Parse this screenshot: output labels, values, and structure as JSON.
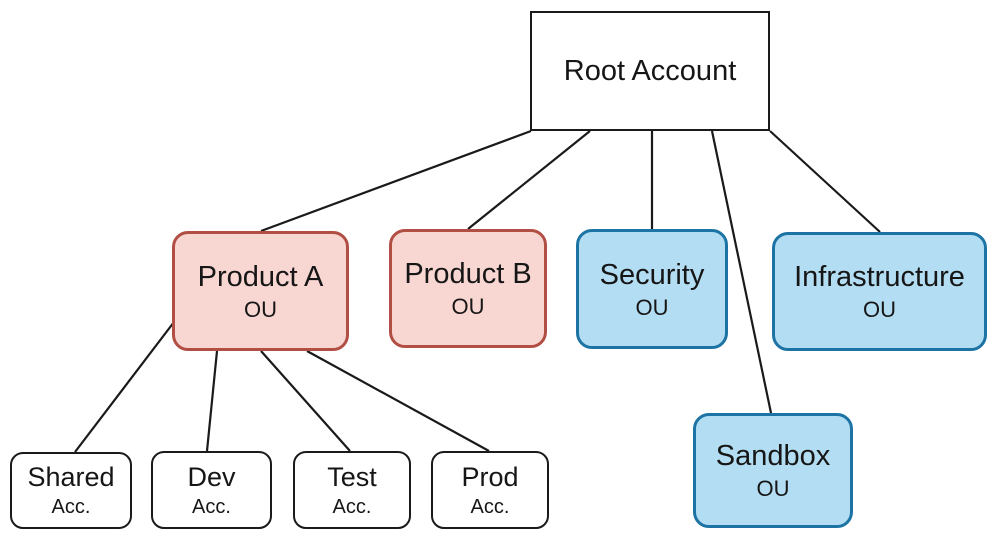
{
  "diagram": {
    "type": "org-tree",
    "description": "Account organization tree with a root account, organizational units (OUs) and member accounts",
    "colors": {
      "ou_red_fill": "#f8d6d1",
      "ou_red_stroke": "#b14f44",
      "ou_blue_fill": "#b3ddf2",
      "ou_blue_stroke": "#1d74a4",
      "neutral_stroke": "#1a1a1a",
      "text": "#161616",
      "bg": "#ffffff"
    },
    "nodes": [
      {
        "id": "root",
        "label": "Root Account",
        "sublabel": "",
        "kind": "root"
      },
      {
        "id": "product-a",
        "label": "Product A",
        "sublabel": "OU",
        "kind": "ou-red"
      },
      {
        "id": "product-b",
        "label": "Product B",
        "sublabel": "OU",
        "kind": "ou-red"
      },
      {
        "id": "security",
        "label": "Security",
        "sublabel": "OU",
        "kind": "ou-blue"
      },
      {
        "id": "infrastructure",
        "label": "Infrastructure",
        "sublabel": "OU",
        "kind": "ou-blue"
      },
      {
        "id": "sandbox",
        "label": "Sandbox",
        "sublabel": "OU",
        "kind": "ou-blue"
      },
      {
        "id": "shared",
        "label": "Shared",
        "sublabel": "Acc.",
        "kind": "account"
      },
      {
        "id": "dev",
        "label": "Dev",
        "sublabel": "Acc.",
        "kind": "account"
      },
      {
        "id": "test",
        "label": "Test",
        "sublabel": "Acc.",
        "kind": "account"
      },
      {
        "id": "prod",
        "label": "Prod",
        "sublabel": "Acc.",
        "kind": "account"
      }
    ],
    "edges": [
      {
        "from": "root",
        "to": "product-a"
      },
      {
        "from": "root",
        "to": "product-b"
      },
      {
        "from": "root",
        "to": "security"
      },
      {
        "from": "root",
        "to": "sandbox"
      },
      {
        "from": "root",
        "to": "infrastructure"
      },
      {
        "from": "product-a",
        "to": "shared"
      },
      {
        "from": "product-a",
        "to": "dev"
      },
      {
        "from": "product-a",
        "to": "test"
      },
      {
        "from": "product-a",
        "to": "prod"
      }
    ]
  }
}
